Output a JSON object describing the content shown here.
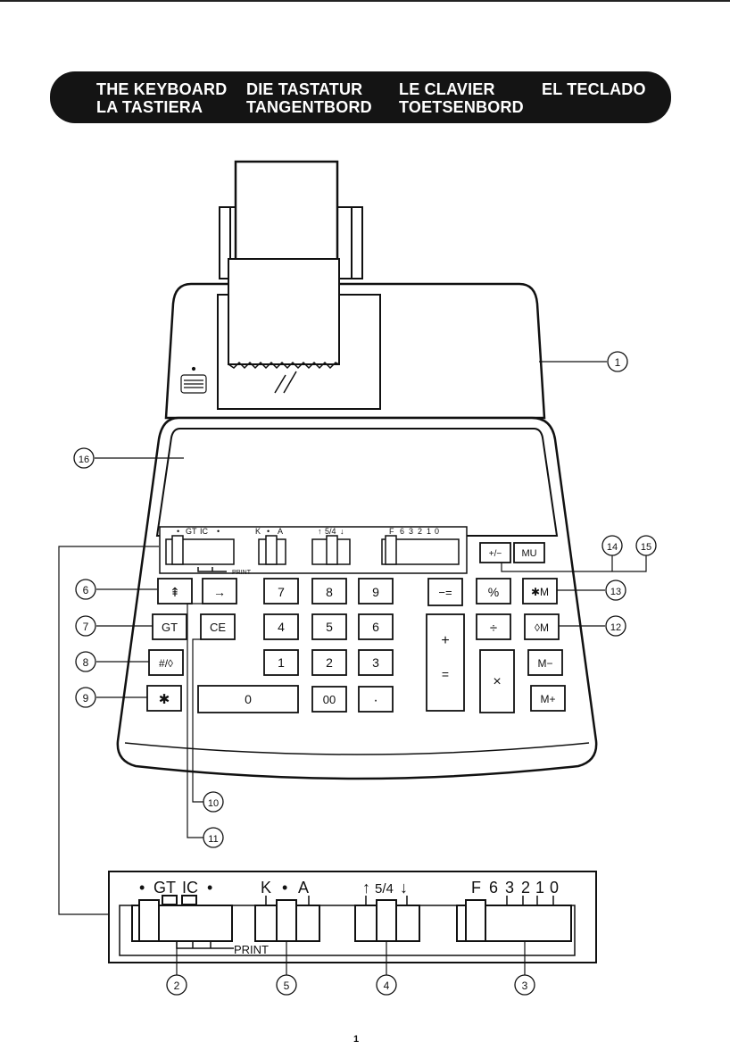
{
  "header": {
    "items": [
      "THE KEYBOARD",
      "DIE TASTATUR",
      "LE CLAVIER",
      "EL TECLADO",
      "LA TASTIERA",
      "TANGENTBORD",
      "TOETSENBORD"
    ]
  },
  "calculator": {
    "keys": {
      "paper_feed": "⇞",
      "gt": "GT",
      "number_non_add": "#/◊",
      "star": "✱",
      "arrow": "→",
      "ce": "CE",
      "n7": "7",
      "n8": "8",
      "n9": "9",
      "n4": "4",
      "n5": "5",
      "n6": "6",
      "n1": "1",
      "n2": "2",
      "n3": "3",
      "n0": "0",
      "n00": "00",
      "dot": "·",
      "minus_eq": "−=",
      "plus_eq": "+",
      "plus_eq_sub": "=",
      "percent": "%",
      "divide": "÷",
      "multiply": "×",
      "star_m": "✱M",
      "diamond_m": "◊M",
      "m_minus": "M−",
      "m_plus": "M+",
      "sign_change": "+/−",
      "mu": "MU"
    },
    "switch_labels": {
      "dot1": "•",
      "gt": "GT",
      "ic": "IC",
      "dot2": "•",
      "k": "K",
      "dot3": "•",
      "a": "A",
      "up": "↑",
      "five_four": "5/4",
      "down": "↓",
      "f": "F",
      "d6": "6",
      "d3": "3",
      "d2": "2",
      "d1": "1",
      "d0": "0",
      "print": "PRINT"
    }
  },
  "callouts": {
    "c1": "1",
    "c2": "2",
    "c3": "3",
    "c4": "4",
    "c5": "5",
    "c6": "6",
    "c7": "7",
    "c8": "8",
    "c9": "9",
    "c10": "10",
    "c11": "11",
    "c12": "12",
    "c13": "13",
    "c14": "14",
    "c15": "15",
    "c16": "16"
  },
  "page_number": "1"
}
